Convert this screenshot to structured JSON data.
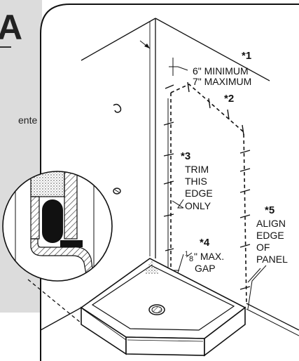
{
  "side_panel": {
    "heading_char": "A",
    "text_fragment": "ente",
    "bg_color": "#dcdcdc"
  },
  "callouts": {
    "c1": {
      "number": "*1",
      "line1": "6\" MINIMUM",
      "line2": "7\" MAXIMUM"
    },
    "c2": {
      "number": "*2"
    },
    "c3": {
      "number": "*3",
      "line1": "TRIM",
      "line2": "THIS",
      "line3": "EDGE",
      "line4": "ONLY"
    },
    "c4": {
      "number": "*4",
      "frac_num": "1",
      "frac_den": "8",
      "line1_rest": "\" MAX.",
      "line2": "GAP"
    },
    "c5": {
      "number": "*5",
      "line1": "ALIGN",
      "line2": "EDGE",
      "line3": "OF",
      "line4": "PANEL"
    }
  },
  "colors": {
    "ink": "#111111",
    "panel_gray": "#dcdcdc",
    "paper": "#ffffff"
  }
}
